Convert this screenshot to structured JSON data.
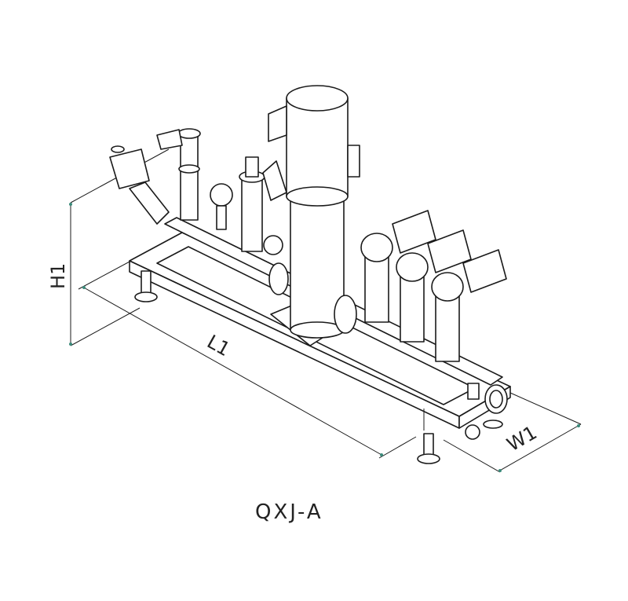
{
  "diagram": {
    "model_label": "QXJ-A",
    "dimensions": {
      "height": "H1",
      "length": "L1",
      "width": "W1"
    },
    "colors": {
      "line": "#1a1a1a",
      "background": "#ffffff",
      "dimension_tick": "#3a8a7a"
    }
  }
}
